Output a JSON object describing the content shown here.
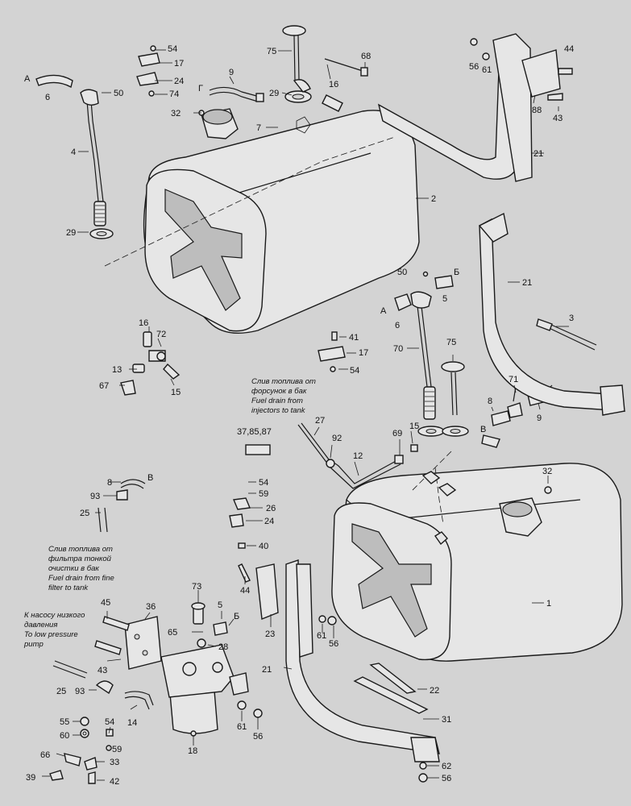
{
  "labels": {
    "l54a": "54",
    "l17a": "17",
    "l24a": "24",
    "l74": "74",
    "l9a": "9",
    "lG1": "Г",
    "l75a": "75",
    "l68": "68",
    "l16a": "16",
    "l29a": "29",
    "lA1": "А",
    "l6a": "6",
    "l50a": "50",
    "l32a": "32",
    "l7": "7",
    "l4": "4",
    "l29b": "29",
    "l2": "2",
    "l56a": "56",
    "l61a": "61",
    "l44a": "44",
    "l88": "88",
    "l43a": "43",
    "l21a": "21",
    "l50b": "50",
    "lB1": "Б",
    "lA2": "А",
    "l5a": "5",
    "l6b": "6",
    "l21b": "21",
    "l3": "3",
    "l16b": "16",
    "l72": "72",
    "l13": "13",
    "l15a": "15",
    "l67": "67",
    "l41": "41",
    "l17b": "17",
    "l54b": "54",
    "l70": "70",
    "l75b": "75",
    "l71": "71",
    "l8a": "8",
    "l9b": "9",
    "l27": "27",
    "l378587": "37,85,87",
    "l92": "92",
    "l15b": "15",
    "l69": "69",
    "lV1": "В",
    "l12": "12",
    "l32b": "32",
    "l8b": "8",
    "lV2": "В",
    "l93a": "93",
    "l25a": "25",
    "l54c": "54",
    "l59a": "59",
    "l26": "26",
    "l24b": "24",
    "l40": "40",
    "l44b": "44",
    "l73": "73",
    "l5b": "5",
    "lB2": "Б",
    "l45": "45",
    "l36": "36",
    "l65": "65",
    "l28": "28",
    "l43b": "43",
    "l23": "23",
    "l61b": "61",
    "l56b": "56",
    "l1": "1",
    "l25b": "25",
    "l93b": "93",
    "l14": "14",
    "l55": "55",
    "l54d": "54",
    "l60": "60",
    "l59b": "59",
    "l66": "66",
    "l33": "33",
    "l39": "39",
    "l42": "42",
    "l18": "18",
    "l61c": "61",
    "l56c": "56",
    "l21c": "21",
    "l22": "22",
    "l31": "31",
    "l62": "62",
    "l56d": "56"
  },
  "notes": {
    "injectors_ru_1": "Слив топлива от",
    "injectors_ru_2": "форсунок в бак",
    "injectors_en_1": "Fuel drain from",
    "injectors_en_2": "injectors to tank",
    "filter_ru_1": "Слив топлива от",
    "filter_ru_2": "фильтра тонкой",
    "filter_ru_3": "очистки в бак",
    "filter_en_1": "Fuel drain from fine",
    "filter_en_2": "filter to tank",
    "pump_ru_1": "К насосу низкого",
    "pump_ru_2": "давления",
    "pump_en_1": "To low pressure",
    "pump_en_2": "pump"
  }
}
